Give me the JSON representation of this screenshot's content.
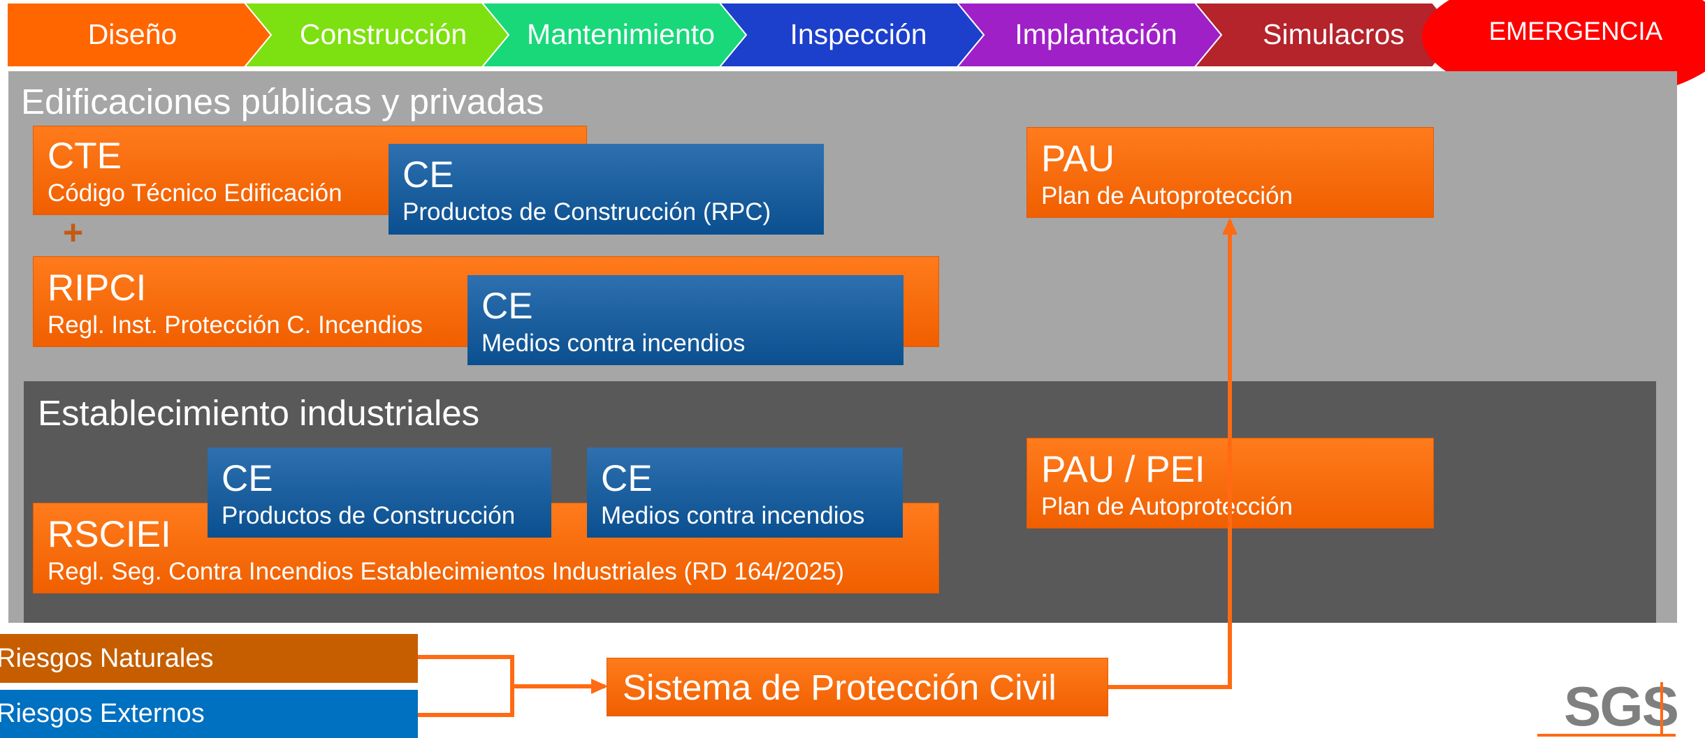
{
  "process_steps": [
    {
      "label": "Diseño",
      "color": "#ff6600"
    },
    {
      "label": "Construcción",
      "color": "#7de010"
    },
    {
      "label": "Mantenimiento",
      "color": "#18d87a"
    },
    {
      "label": "Inspección",
      "color": "#1c3fcc"
    },
    {
      "label": "Implantación",
      "color": "#a020c8"
    },
    {
      "label": "Simulacros",
      "color": "#b5232b"
    }
  ],
  "emergency": {
    "label": "EMERGENCIA",
    "color": "#ff0000"
  },
  "public_section": {
    "title": "Edificaciones públicas y privadas",
    "cte": {
      "title": "CTE",
      "subtitle": "Código Técnico Edificación"
    },
    "ce_rpc": {
      "title": "CE",
      "subtitle": "Productos de Construcción (RPC)"
    },
    "plus": "+",
    "ripci": {
      "title": "RIPCI",
      "subtitle": "Regl. Inst. Protección C. Incendios"
    },
    "ce_medios": {
      "title": "CE",
      "subtitle": "Medios contra incendios"
    },
    "pau": {
      "title": "PAU",
      "subtitle": "Plan de Autoprotección"
    }
  },
  "industrial_section": {
    "title": "Establecimiento industriales",
    "ce_productos": {
      "title": "CE",
      "subtitle": "Productos de Construcción"
    },
    "ce_medios": {
      "title": "CE",
      "subtitle": "Medios contra incendios"
    },
    "rsciei": {
      "title": "RSCIEI",
      "subtitle": "Regl. Seg. Contra Incendios Establecimientos Industriales (RD 164/2025)"
    },
    "pau_pei": {
      "title": "PAU / PEI",
      "subtitle": "Plan de Autoprotección"
    }
  },
  "risks": {
    "natural": {
      "label": "Riesgos Naturales",
      "color": "#c65e00"
    },
    "external": {
      "label": "Riesgos Externos",
      "color": "#0070c0"
    }
  },
  "civil_protection": {
    "label": "Sistema de Protección Civil"
  },
  "logo": {
    "text": "SGS"
  },
  "colors": {
    "orange_box": "#f26a10",
    "blue_box": "#0f5596",
    "light_region": "#a6a6a6",
    "dark_region": "#595959",
    "arrow": "#ff6a13"
  }
}
